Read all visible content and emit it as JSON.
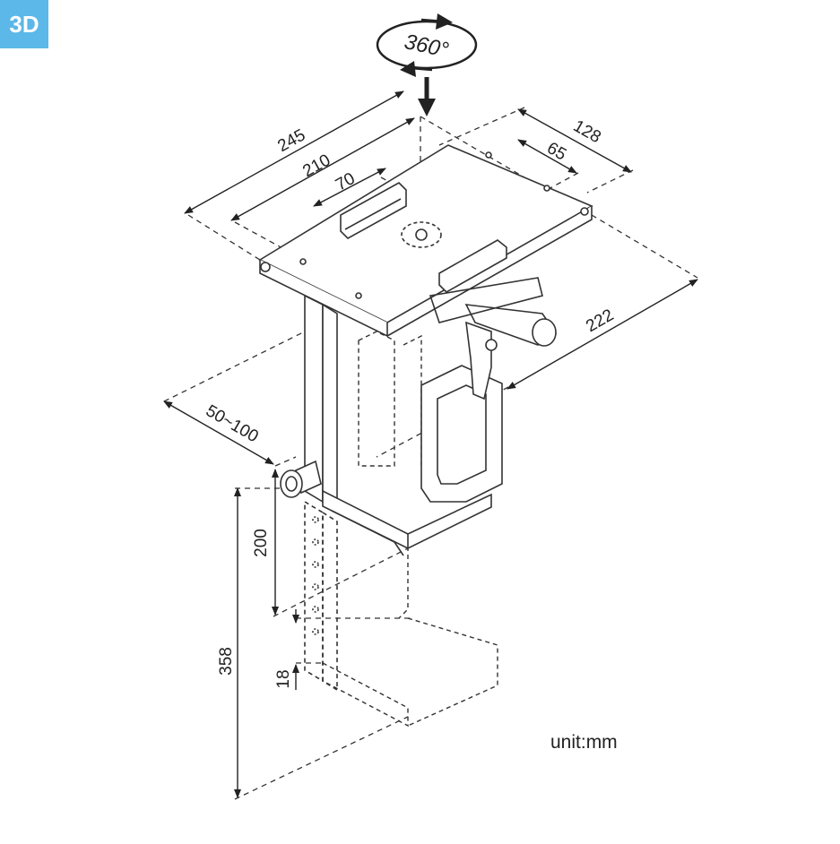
{
  "badge": "3D",
  "rotation_label": "360°",
  "unit_label": "unit:mm",
  "dimensions": {
    "d245": "245",
    "d210": "210",
    "d70": "70",
    "d128": "128",
    "d65": "65",
    "d222": "222",
    "d50_100": "50~100",
    "d200": "200",
    "d358": "358",
    "d18": "18"
  },
  "colors": {
    "badge_bg": "#5bb8e8",
    "line": "#333333"
  }
}
